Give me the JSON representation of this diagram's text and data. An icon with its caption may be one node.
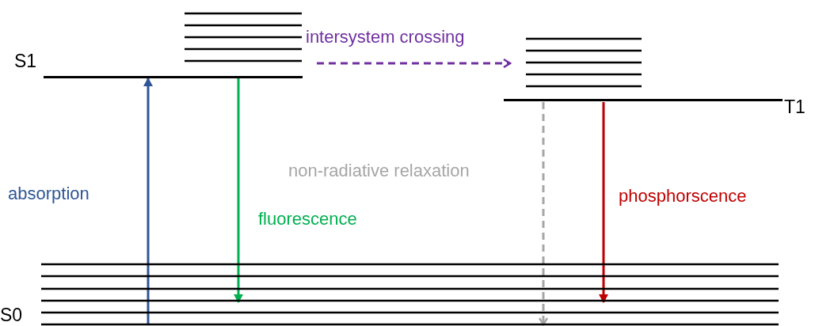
{
  "diagram": {
    "nodes": [
      {
        "text": [
          "S1"
        ]
      },
      {
        "text": [
          "T1"
        ]
      },
      {
        "text": [
          "S0"
        ]
      },
      {
        "text": [],
        "shape": "bar"
      },
      {
        "text": [],
        "shape": "bar"
      }
    ],
    "edges": [
      {
        "from": 2,
        "to": 0,
        "arrow": "to",
        "label": "absorption",
        "color": "#2f5597"
      },
      {
        "from": 0,
        "to": 2,
        "arrow": "to",
        "label": "fluorescence",
        "color": "#00b050"
      },
      {
        "from": 3,
        "to": 4,
        "arrow": "to",
        "label": "intersystem crossing",
        "style": "dashed",
        "color": "#7030a0"
      },
      {
        "from": 1,
        "to": 2,
        "arrow": "to",
        "label": "non-radiative relaxation",
        "style": "dashed",
        "color": "#a6a6a6"
      },
      {
        "from": 1,
        "to": 2,
        "arrow": "to",
        "label": "phosphorscence",
        "color": "#c00000"
      }
    ]
  }
}
